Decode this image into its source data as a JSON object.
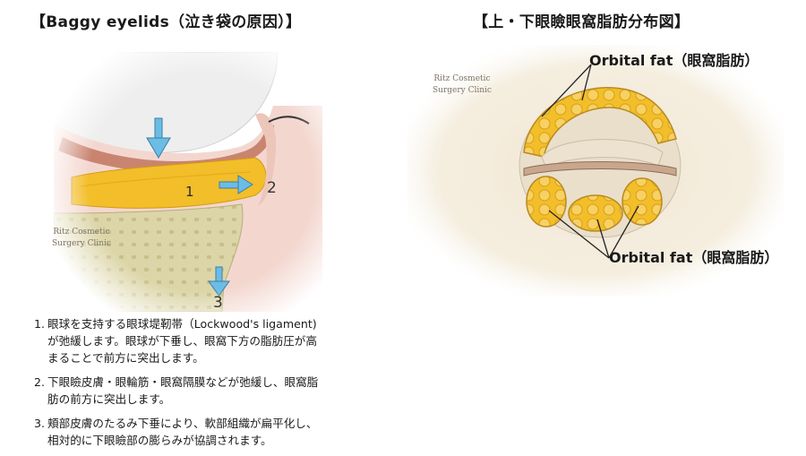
{
  "titles": {
    "left": "【Baggy eyelids（泣き袋の原因）】",
    "right": "【上・下眼瞼眼窩脂肪分布図】"
  },
  "watermark": {
    "line1": "Ritz Cosmetic",
    "line2": "Surgery Clinic"
  },
  "diagram_markers": [
    "1",
    "2",
    "3"
  ],
  "fat_labels": {
    "top": "Orbital fat（眼窩脂肪）",
    "bottom": "Orbital fat（眼窩脂肪）"
  },
  "notes": [
    {
      "num": "1.",
      "lines": [
        "眼球を支持する眼球堤靭帯（Lockwood's ligament)",
        "が弛緩します。眼球が下垂し、眼窩下方の脂肪圧が高",
        "まることで前方に突出します。"
      ]
    },
    {
      "num": "2.",
      "lines": [
        "下眼瞼皮膚・眼輪筋・眼窩隔膜などが弛緩し、眼窩脂",
        "肪の前方に突出します。"
      ]
    },
    {
      "num": "3.",
      "lines": [
        "頬部皮膚のたるみ下垂により、軟部組織が扁平化し、",
        "相対的に下眼瞼部の膨らみが協調されます。"
      ]
    }
  ],
  "colors": {
    "fat": "#f2be2a",
    "bone": "#dcd5a8",
    "arrow": "#6bbde6",
    "muscle": "#c98470",
    "background_tint": "#f5eedf"
  }
}
